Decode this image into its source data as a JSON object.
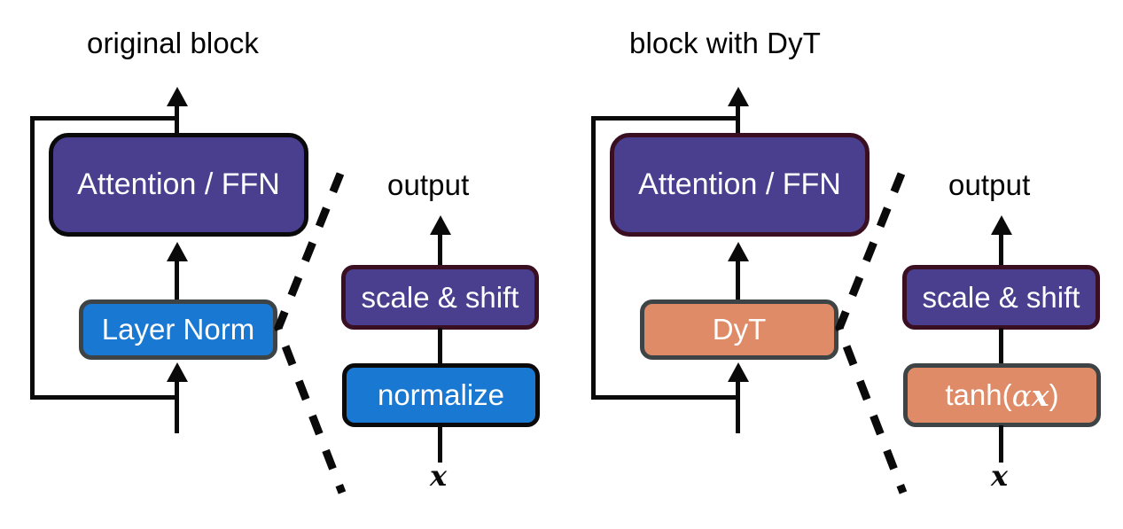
{
  "figure": {
    "kind": "architecture-diagram",
    "description": "Comparison of a original Transformer block using Layer Norm versus a block using Dynamic Tanh (DyT)"
  },
  "colors": {
    "purple": "#4a3f8f",
    "blue": "#1978d2",
    "orange": "#df8b68",
    "border_black": "#0a0a0a",
    "border_maroon": "#3b0f22",
    "border_gray": "#3e4446",
    "background": "#ffffff",
    "text_on_node": "#ffffff",
    "text_plain": "#000000"
  },
  "panels": [
    {
      "id": "original",
      "title": "original block",
      "block": {
        "nodes": [
          {
            "id": "attention-ffn",
            "label": "Attention / FFN",
            "fill": "purple",
            "border": "black"
          },
          {
            "id": "layer-norm",
            "label": "Layer Norm",
            "fill": "blue",
            "border": "gray"
          }
        ],
        "has_residual_skip": true
      },
      "detail": {
        "top_label": "output",
        "bottom_label": "x",
        "nodes": [
          {
            "id": "scale-shift",
            "label": "scale & shift",
            "fill": "purple",
            "border": "maroon"
          },
          {
            "id": "normalize",
            "label": "normalize",
            "fill": "blue",
            "border": "black"
          }
        ]
      }
    },
    {
      "id": "dyt",
      "title": "block with DyT",
      "block": {
        "nodes": [
          {
            "id": "attention-ffn",
            "label": "Attention / FFN",
            "fill": "purple",
            "border": "maroon"
          },
          {
            "id": "dyt",
            "label": "DyT",
            "fill": "orange",
            "border": "gray"
          }
        ],
        "has_residual_skip": true
      },
      "detail": {
        "top_label": "output",
        "bottom_label": "x",
        "nodes": [
          {
            "id": "scale-shift",
            "label": "scale & shift",
            "fill": "purple",
            "border": "maroon"
          },
          {
            "id": "tanh-alpha-x",
            "label": "tanh(αx)",
            "label_prefix": "tanh(",
            "label_alpha": "α",
            "label_x": "x",
            "label_suffix": ")",
            "fill": "orange",
            "border": "gray"
          }
        ]
      }
    }
  ]
}
